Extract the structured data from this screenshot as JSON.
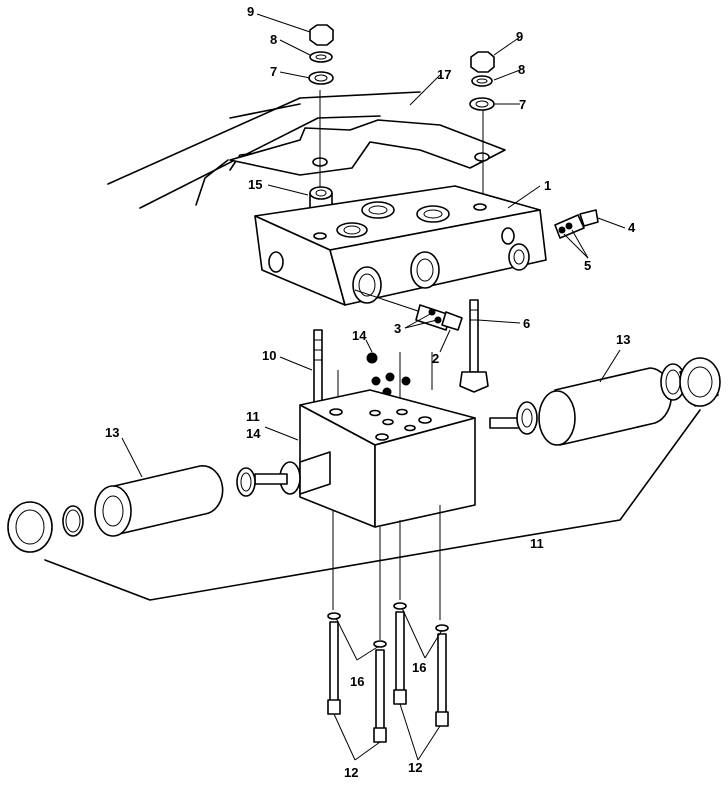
{
  "diagram": {
    "callouts": {
      "c1": "1",
      "c2": "2",
      "c3": "3",
      "c4": "4",
      "c5": "5",
      "c6": "6",
      "c7a": "7",
      "c7b": "7",
      "c8a": "8",
      "c8b": "8",
      "c9a": "9",
      "c9b": "9",
      "c10": "10",
      "c11a": "11",
      "c11b": "11",
      "c12a": "12",
      "c12b": "12",
      "c13a": "13",
      "c13b": "13",
      "c14a": "14",
      "c14b": "14",
      "c15": "15",
      "c16a": "16",
      "c16b": "16",
      "c17": "17"
    }
  }
}
